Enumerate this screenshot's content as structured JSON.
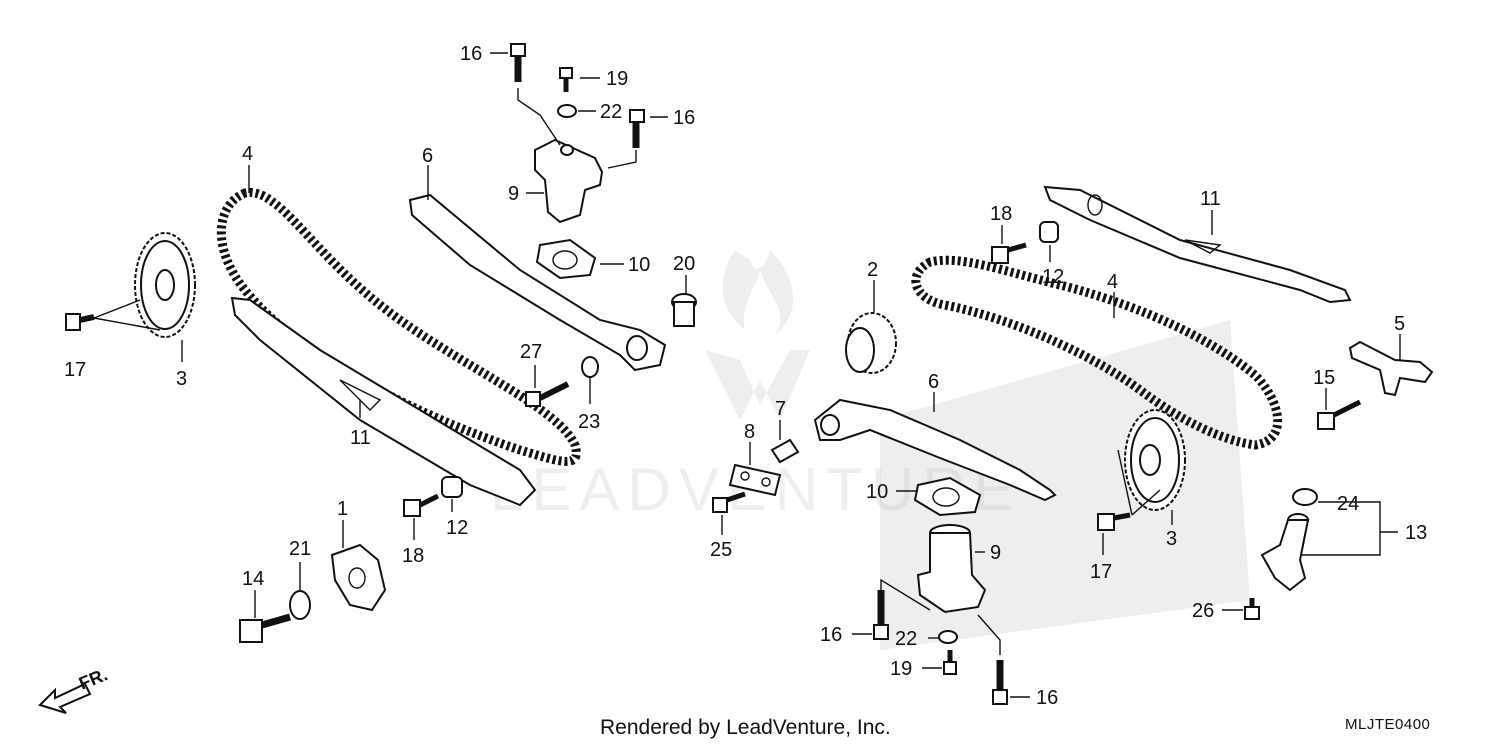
{
  "footer": {
    "rendered_by": "Rendered by LeadVenture, Inc.",
    "diagram_code": "MLJTE0400"
  },
  "watermark": {
    "text": "LEADVENTURE"
  },
  "direction_indicator": {
    "label": "FR."
  },
  "callouts": [
    {
      "id": "c16a",
      "text": "16"
    },
    {
      "id": "c19a",
      "text": "19"
    },
    {
      "id": "c22a",
      "text": "22"
    },
    {
      "id": "c16b",
      "text": "16"
    },
    {
      "id": "c9a",
      "text": "9"
    },
    {
      "id": "c10a",
      "text": "10"
    },
    {
      "id": "c20",
      "text": "20"
    },
    {
      "id": "c4a",
      "text": "4"
    },
    {
      "id": "c6a",
      "text": "6"
    },
    {
      "id": "c17a",
      "text": "17"
    },
    {
      "id": "c3a",
      "text": "3"
    },
    {
      "id": "c11a",
      "text": "11"
    },
    {
      "id": "c27",
      "text": "27"
    },
    {
      "id": "c23",
      "text": "23"
    },
    {
      "id": "c18a",
      "text": "18"
    },
    {
      "id": "c12a",
      "text": "12"
    },
    {
      "id": "c1",
      "text": "1"
    },
    {
      "id": "c14",
      "text": "14"
    },
    {
      "id": "c21",
      "text": "21"
    },
    {
      "id": "c11b",
      "text": "11"
    },
    {
      "id": "c18b",
      "text": "18"
    },
    {
      "id": "c12b",
      "text": "12"
    },
    {
      "id": "c2",
      "text": "2"
    },
    {
      "id": "c4b",
      "text": "4"
    },
    {
      "id": "c5",
      "text": "5"
    },
    {
      "id": "c15",
      "text": "15"
    },
    {
      "id": "c7",
      "text": "7"
    },
    {
      "id": "c8",
      "text": "8"
    },
    {
      "id": "c6b",
      "text": "6"
    },
    {
      "id": "c10b",
      "text": "10"
    },
    {
      "id": "c25",
      "text": "25"
    },
    {
      "id": "c3b",
      "text": "3"
    },
    {
      "id": "c17b",
      "text": "17"
    },
    {
      "id": "c24",
      "text": "24"
    },
    {
      "id": "c13",
      "text": "13"
    },
    {
      "id": "c9b",
      "text": "9"
    },
    {
      "id": "c26",
      "text": "26"
    },
    {
      "id": "c16c",
      "text": "16"
    },
    {
      "id": "c22b",
      "text": "22"
    },
    {
      "id": "c19b",
      "text": "19"
    },
    {
      "id": "c16d",
      "text": "16"
    }
  ]
}
